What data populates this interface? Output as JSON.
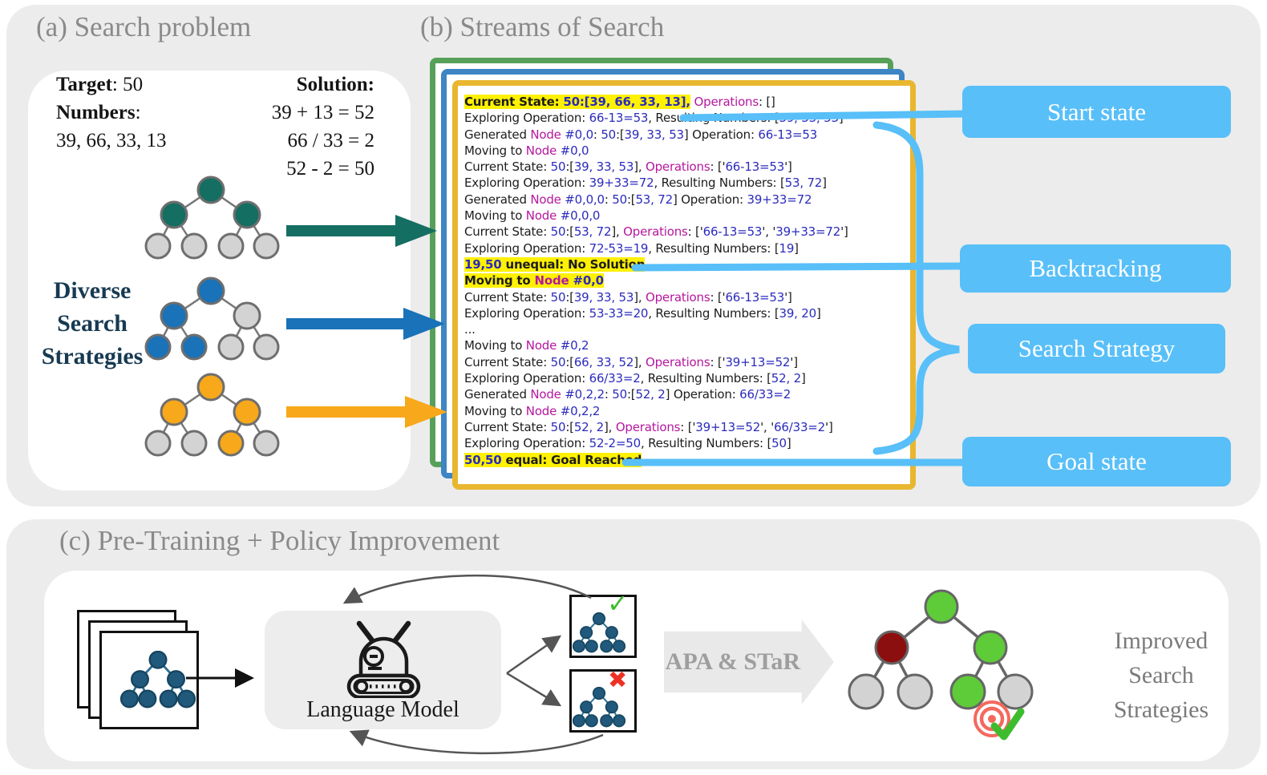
{
  "colors": {
    "container_bg": "#ececec",
    "heading": "#8a8a8a",
    "callout_bg": "#58bff8",
    "trace_black": "#1c1c1c",
    "trace_blue": "#2b2bbd",
    "trace_magenta": "#b5179e",
    "highlight_yellow": "#fef102",
    "frame_green": "#57a05a",
    "frame_blue": "#3d85c4",
    "frame_yellow": "#e9b62f",
    "strategy_teal": "#156e62",
    "strategy_blue": "#1a72b8",
    "strategy_orange": "#f7a81b",
    "node_gray": "#d3d3d3",
    "node_stroke": "#6e6e6e",
    "diverse_text": "#173a52",
    "mini_tree_fill": "#20597c",
    "mini_tree_edge": "#2e6e96",
    "mini_tree_stroke": "#16455f",
    "check_green": "#3dbd2e",
    "cross_red": "#ee3124",
    "improved_green": "#5ecb38",
    "improved_darkred": "#8c0f0f",
    "target_coral": "#f4695e",
    "big_arrow_bg": "#e9e9e9",
    "big_arrow_text": "#9e9e9e",
    "improved_text": "#7a7a7a"
  },
  "panel_a": {
    "title": "(a) Search problem",
    "target_label": "Target",
    "target_value": ": 50",
    "numbers_label": "Numbers",
    "numbers_suffix": ":",
    "numbers_value": "39, 66, 33, 13",
    "solution_label": "Solution",
    "solution_suffix": ":",
    "solution_lines": [
      "39 + 13 = 52",
      "66 / 33 = 2",
      "52 - 2 = 50"
    ],
    "diverse_lines": [
      "Diverse",
      "Search",
      "Strategies"
    ],
    "strategies": [
      {
        "name": "search-tree-teal",
        "color": "strategy_teal",
        "nodes": [
          "c",
          "c",
          "c",
          "g",
          "g",
          "g",
          "g"
        ]
      },
      {
        "name": "search-tree-blue",
        "color": "strategy_blue",
        "nodes": [
          "c",
          "c",
          "g",
          "c",
          "c",
          "g",
          "g"
        ]
      },
      {
        "name": "search-tree-orange",
        "color": "strategy_orange",
        "nodes": [
          "c",
          "c",
          "c",
          "g",
          "g",
          "c",
          "g"
        ]
      }
    ]
  },
  "panel_b": {
    "title": "(b) Streams of Search",
    "trace": [
      [
        {
          "t": "Current State: ",
          "b": 1,
          "h": 1
        },
        {
          "t": "50:[39, 66, 33, 13],",
          "s": "n",
          "b": 1,
          "h": 1
        },
        {
          "t": " "
        },
        {
          "t": "Operations",
          "s": "m"
        },
        {
          "t": ": []"
        }
      ],
      [
        {
          "t": "Exploring Operation: "
        },
        {
          "t": "66-13=53",
          "s": "n"
        },
        {
          "t": ", Resulting Numbers: ["
        },
        {
          "t": "39, 33, 53",
          "s": "n"
        },
        {
          "t": "]"
        }
      ],
      [
        {
          "t": "Generated "
        },
        {
          "t": "Node",
          "s": "m"
        },
        {
          "t": " "
        },
        {
          "t": "#0,0",
          "s": "n"
        },
        {
          "t": ": "
        },
        {
          "t": "50",
          "s": "n"
        },
        {
          "t": ":["
        },
        {
          "t": "39, 33, 53",
          "s": "n"
        },
        {
          "t": "] Operation: "
        },
        {
          "t": "66-13=53",
          "s": "n"
        }
      ],
      [
        {
          "t": "Moving to "
        },
        {
          "t": "Node",
          "s": "m"
        },
        {
          "t": " "
        },
        {
          "t": "#0,0",
          "s": "n"
        }
      ],
      [
        {
          "t": "Current State: "
        },
        {
          "t": "50",
          "s": "n"
        },
        {
          "t": ":["
        },
        {
          "t": "39, 33, 53",
          "s": "n"
        },
        {
          "t": "], "
        },
        {
          "t": "Operations",
          "s": "m"
        },
        {
          "t": ": ['"
        },
        {
          "t": "66-13=53",
          "s": "n"
        },
        {
          "t": "']"
        }
      ],
      [
        {
          "t": "Exploring Operation: "
        },
        {
          "t": "39+33=72",
          "s": "n"
        },
        {
          "t": ", Resulting Numbers: ["
        },
        {
          "t": "53, 72",
          "s": "n"
        },
        {
          "t": "]"
        }
      ],
      [
        {
          "t": "Generated "
        },
        {
          "t": "Node",
          "s": "m"
        },
        {
          "t": " "
        },
        {
          "t": "#0,0,0",
          "s": "n"
        },
        {
          "t": ": "
        },
        {
          "t": "50",
          "s": "n"
        },
        {
          "t": ":["
        },
        {
          "t": "53, 72",
          "s": "n"
        },
        {
          "t": "] Operation: "
        },
        {
          "t": "39+33=72",
          "s": "n"
        }
      ],
      [
        {
          "t": "Moving to "
        },
        {
          "t": "Node",
          "s": "m"
        },
        {
          "t": " "
        },
        {
          "t": "#0,0,0",
          "s": "n"
        }
      ],
      [
        {
          "t": "Current State: "
        },
        {
          "t": "50",
          "s": "n"
        },
        {
          "t": ":["
        },
        {
          "t": "53, 72",
          "s": "n"
        },
        {
          "t": "], "
        },
        {
          "t": "Operations",
          "s": "m"
        },
        {
          "t": ": ['"
        },
        {
          "t": "66-13=53",
          "s": "n"
        },
        {
          "t": "', '"
        },
        {
          "t": "39+33=72",
          "s": "n"
        },
        {
          "t": "']"
        }
      ],
      [
        {
          "t": "Exploring Operation: "
        },
        {
          "t": "72-53=19",
          "s": "n"
        },
        {
          "t": ", Resulting Numbers: ["
        },
        {
          "t": "19",
          "s": "n"
        },
        {
          "t": "]"
        }
      ],
      [
        {
          "t": "19,50",
          "s": "n",
          "b": 1,
          "h": 1
        },
        {
          "t": " unequal: No Solution",
          "b": 1,
          "h": 1
        }
      ],
      [
        {
          "t": "Moving to ",
          "b": 1,
          "h": 1
        },
        {
          "t": "Node",
          "s": "m",
          "b": 1,
          "h": 1
        },
        {
          "t": " ",
          "b": 1,
          "h": 1
        },
        {
          "t": "#0,0",
          "s": "n",
          "b": 1,
          "h": 1
        }
      ],
      [
        {
          "t": "Current State: "
        },
        {
          "t": "50",
          "s": "n"
        },
        {
          "t": ":["
        },
        {
          "t": "39, 33, 53",
          "s": "n"
        },
        {
          "t": "], "
        },
        {
          "t": "Operations",
          "s": "m"
        },
        {
          "t": ": ['"
        },
        {
          "t": "66-13=53",
          "s": "n"
        },
        {
          "t": "']"
        }
      ],
      [
        {
          "t": "Exploring Operation: "
        },
        {
          "t": "53-33=20",
          "s": "n"
        },
        {
          "t": ", Resulting Numbers: ["
        },
        {
          "t": "39, 20",
          "s": "n"
        },
        {
          "t": "]"
        }
      ],
      [
        {
          "t": "..."
        }
      ],
      [
        {
          "t": "Moving to "
        },
        {
          "t": "Node",
          "s": "m"
        },
        {
          "t": " "
        },
        {
          "t": "#0,2",
          "s": "n"
        }
      ],
      [
        {
          "t": "Current State: "
        },
        {
          "t": "50",
          "s": "n"
        },
        {
          "t": ":["
        },
        {
          "t": "66, 33, 52",
          "s": "n"
        },
        {
          "t": "], "
        },
        {
          "t": "Operations",
          "s": "m"
        },
        {
          "t": ": ['"
        },
        {
          "t": "39+13=52",
          "s": "n"
        },
        {
          "t": "']"
        }
      ],
      [
        {
          "t": "Exploring Operation: "
        },
        {
          "t": "66/33=2",
          "s": "n"
        },
        {
          "t": ", Resulting Numbers: ["
        },
        {
          "t": "52, 2",
          "s": "n"
        },
        {
          "t": "]"
        }
      ],
      [
        {
          "t": "Generated "
        },
        {
          "t": "Node",
          "s": "m"
        },
        {
          "t": " "
        },
        {
          "t": "#0,2,2",
          "s": "n"
        },
        {
          "t": ": "
        },
        {
          "t": "50",
          "s": "n"
        },
        {
          "t": ":["
        },
        {
          "t": "52, 2",
          "s": "n"
        },
        {
          "t": "] Operation: "
        },
        {
          "t": "66/33=2",
          "s": "n"
        }
      ],
      [
        {
          "t": "Moving to "
        },
        {
          "t": "Node",
          "s": "m"
        },
        {
          "t": " "
        },
        {
          "t": "#0,2,2",
          "s": "n"
        }
      ],
      [
        {
          "t": "Current State: "
        },
        {
          "t": "50",
          "s": "n"
        },
        {
          "t": ":["
        },
        {
          "t": "52, 2",
          "s": "n"
        },
        {
          "t": "], "
        },
        {
          "t": "Operations",
          "s": "m"
        },
        {
          "t": ": ['"
        },
        {
          "t": "39+13=52",
          "s": "n"
        },
        {
          "t": "', '"
        },
        {
          "t": "66/33=2",
          "s": "n"
        },
        {
          "t": "']"
        }
      ],
      [
        {
          "t": "Exploring Operation: "
        },
        {
          "t": "52-2=50",
          "s": "n"
        },
        {
          "t": ", Resulting Numbers: ["
        },
        {
          "t": "50",
          "s": "n"
        },
        {
          "t": "]"
        }
      ],
      [
        {
          "t": "50,50",
          "s": "n",
          "b": 1,
          "h": 1
        },
        {
          "t": " equal: Goal Reached",
          "b": 1,
          "h": 1
        }
      ]
    ]
  },
  "callouts": [
    {
      "label": "Start state"
    },
    {
      "label": "Backtracking"
    },
    {
      "label": "Search Strategy"
    },
    {
      "label": "Goal state"
    }
  ],
  "panel_c": {
    "title": "(c) Pre-Training + Policy Improvement",
    "language_model_label": "Language Model",
    "apa_star_label": "APA & STaR",
    "check_glyph": "✓",
    "cross_glyph": "✖",
    "improved_lines": [
      "Improved",
      "Search",
      "Strategies"
    ],
    "improved_tree_nodes": [
      "green",
      "darkred",
      "green",
      "gray",
      "gray",
      "green",
      "gray"
    ]
  }
}
